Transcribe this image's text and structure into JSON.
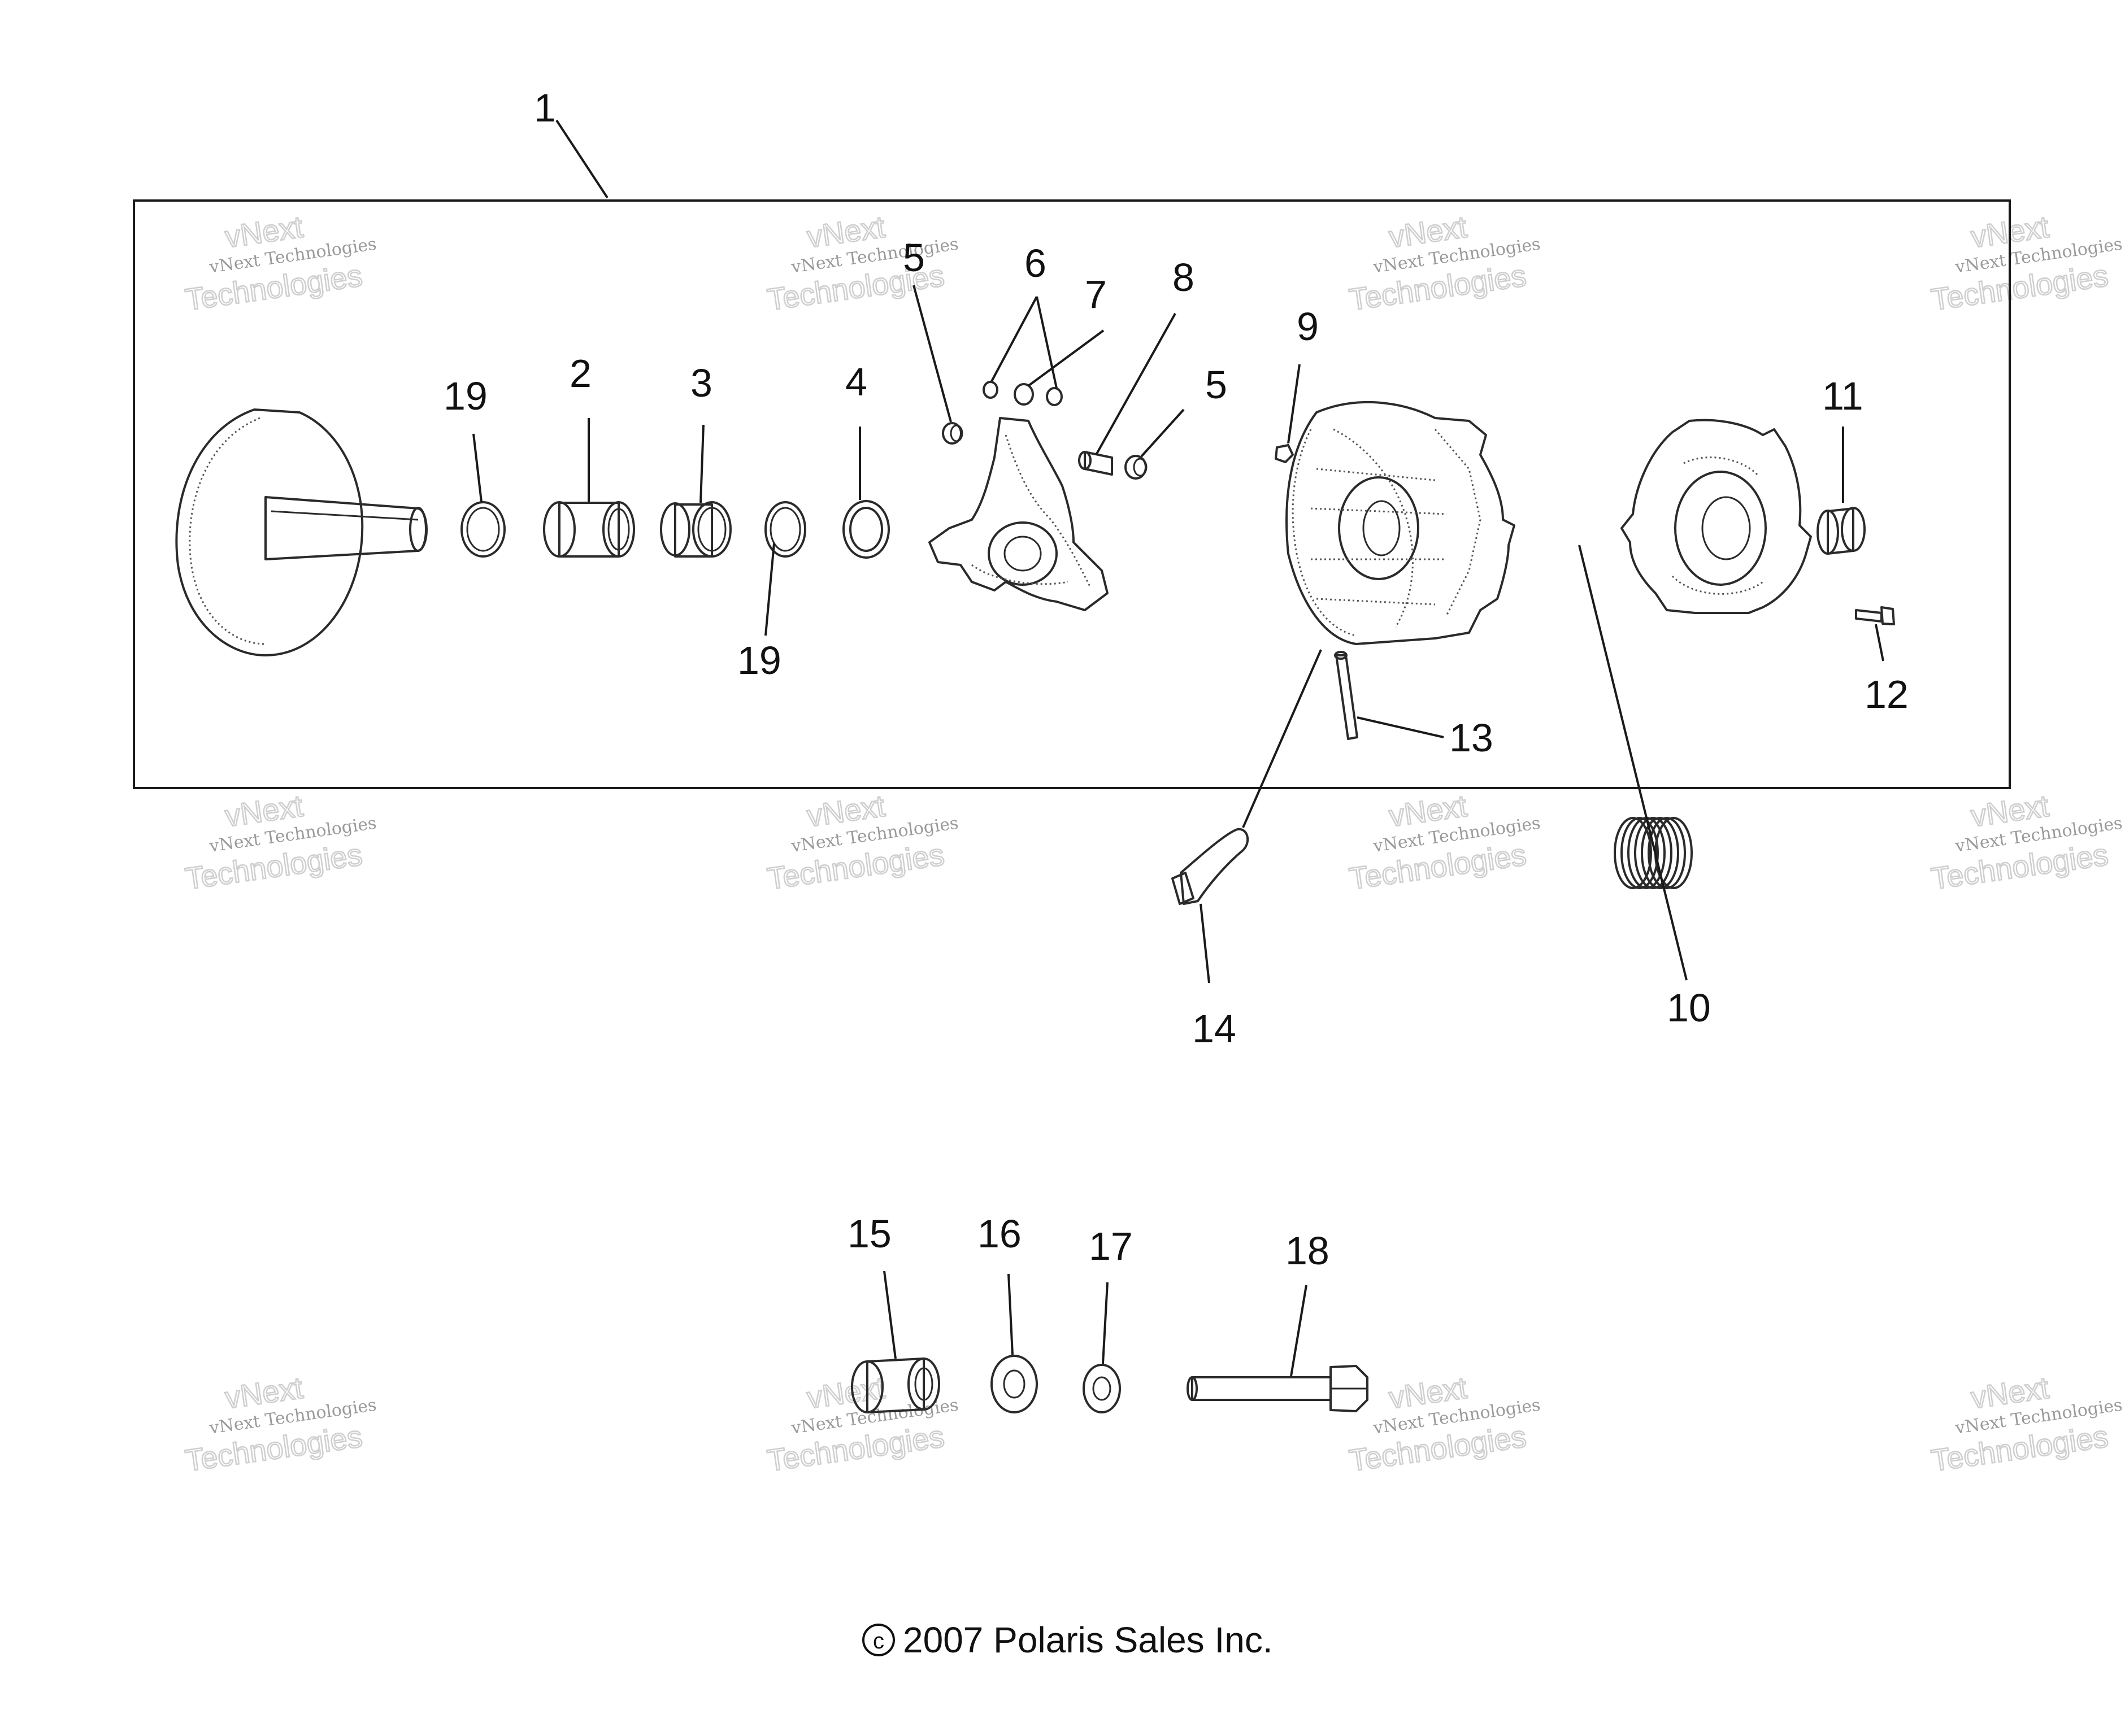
{
  "callouts": {
    "c1": "1",
    "c2": "2",
    "c3": "3",
    "c4": "4",
    "c5a": "5",
    "c5b": "5",
    "c6": "6",
    "c7": "7",
    "c8": "8",
    "c9": "9",
    "c10": "10",
    "c11": "11",
    "c12": "12",
    "c13": "13",
    "c14": "14",
    "c15": "15",
    "c16": "16",
    "c17": "17",
    "c18": "18",
    "c19a": "19",
    "c19b": "19"
  },
  "watermark": {
    "line1": "vNext",
    "line2": "Technologies",
    "small": "vNext Technologies"
  },
  "footer": {
    "copyright": "2007 Polaris Sales Inc.",
    "symbol": "c"
  },
  "colors": {
    "ink": "#1a1a1a",
    "watermark": "#cfcfcf"
  }
}
